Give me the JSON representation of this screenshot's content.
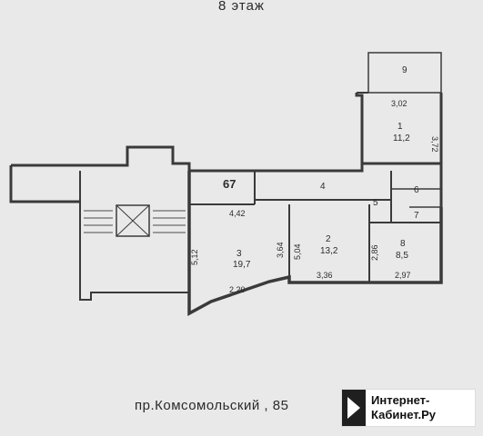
{
  "title": "8 этаж",
  "address": "пр.Комсомольский , 85",
  "watermark": {
    "line1": "Интернет-",
    "line2": "Кабинет.Ру"
  },
  "apartment_number": "67",
  "rooms": [
    {
      "num": "1",
      "area": "11,2"
    },
    {
      "num": "2",
      "area": "13,2"
    },
    {
      "num": "3",
      "area": "19,7"
    },
    {
      "num": "4",
      "area": ""
    },
    {
      "num": "5",
      "area": ""
    },
    {
      "num": "6",
      "area": ""
    },
    {
      "num": "7",
      "area": ""
    },
    {
      "num": "8",
      "area": "8,5"
    },
    {
      "num": "9",
      "area": ""
    }
  ],
  "dimensions": [
    "3,02",
    "3,72",
    "4,42",
    "5,12",
    "3,64",
    "5,04",
    "3,36",
    "2,86",
    "2,97",
    "2,20"
  ]
}
